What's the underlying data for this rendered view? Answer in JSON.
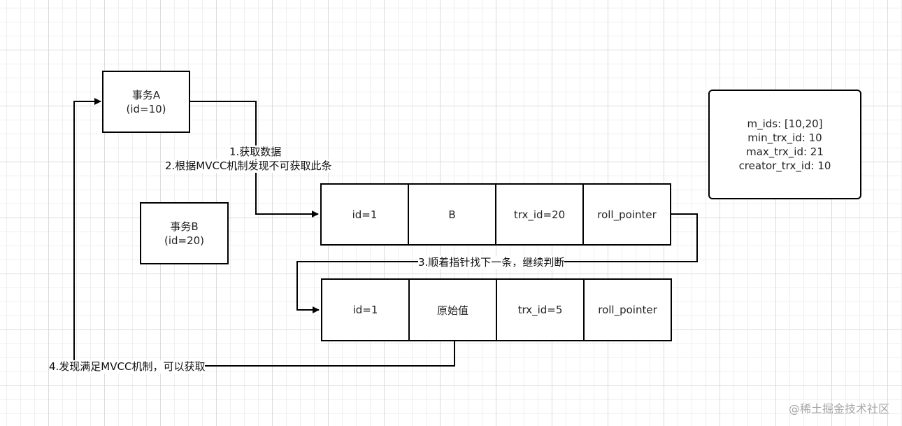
{
  "transaction_a": {
    "line1": "事务A",
    "line2": "(id=10)"
  },
  "transaction_b": {
    "line1": "事务B",
    "line2": "(id=20)"
  },
  "read_view": {
    "line1": "m_ids: [10,20]",
    "line2": "min_trx_id: 10",
    "line3": "max_trx_id: 21",
    "line4": "creator_trx_id: 10"
  },
  "record_current": [
    "id=1",
    "B",
    "trx_id=20",
    "roll_pointer"
  ],
  "record_undo": [
    "id=1",
    "原始值",
    "trx_id=5",
    "roll_pointer"
  ],
  "steps": {
    "step1": "1.获取数据",
    "step2": "2.根据MVCC机制发现不可获取此条",
    "step3": "3.顺着指针找下一条，继续判断",
    "step4": "4.发现满足MVCC机制，可以获取"
  },
  "watermark": "@稀土掘金技术社区"
}
